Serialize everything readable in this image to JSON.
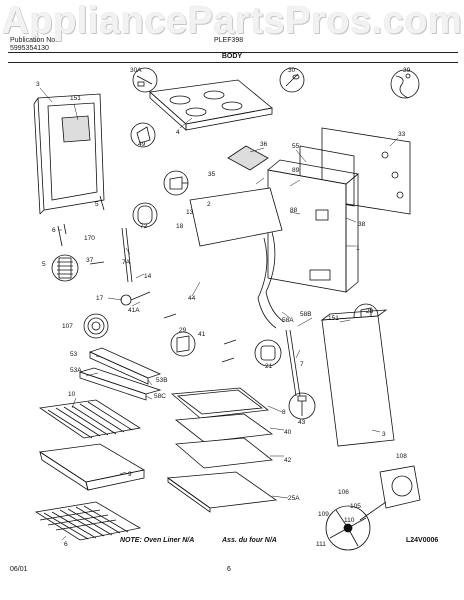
{
  "watermark": "AppliancePartsPros.com",
  "header": {
    "left_line1": "Publication No.",
    "left_line2": "5995354130",
    "center": "PLEF398",
    "title": "BODY"
  },
  "labels": {
    "p3a": "3",
    "p151a": "151",
    "p30a": "30A",
    "p30": "30",
    "p39": "39",
    "p4": "4",
    "p49": "49",
    "p36": "36",
    "p33": "33",
    "p55": "55",
    "p35": "35",
    "p89": "89",
    "p88": "88",
    "p38": "38",
    "p5a": "5",
    "p170": "170",
    "p72": "72",
    "p13": "13",
    "p2": "2",
    "p18": "18",
    "p6": "6",
    "p1": "1",
    "p5b": "5",
    "p37": "37",
    "p7a": "7A",
    "p14": "14",
    "p17": "17",
    "p41a": "41A",
    "p44": "44",
    "p107": "107",
    "p29": "29",
    "p41": "41",
    "p58a": "58A",
    "p58b": "58B",
    "p151b": "151",
    "p28": "28",
    "p7": "7",
    "p21": "21",
    "p53": "53",
    "p53a": "53A",
    "p53b": "53B",
    "p58c": "58C",
    "p10": "10",
    "p8": "8",
    "p43": "43",
    "p40": "40",
    "p9": "9",
    "p42": "42",
    "p3b": "3",
    "p108": "108",
    "p25a": "25A",
    "p106": "106",
    "p105": "105",
    "p110": "110",
    "p109": "109",
    "p111": "111",
    "p6b": "6"
  },
  "notes": {
    "liner": "NOTE: Oven Liner N/A",
    "liner_fr": "Ass. du four N/A",
    "code": "L24V0006"
  },
  "footer": {
    "date": "06/01",
    "page": "6"
  }
}
